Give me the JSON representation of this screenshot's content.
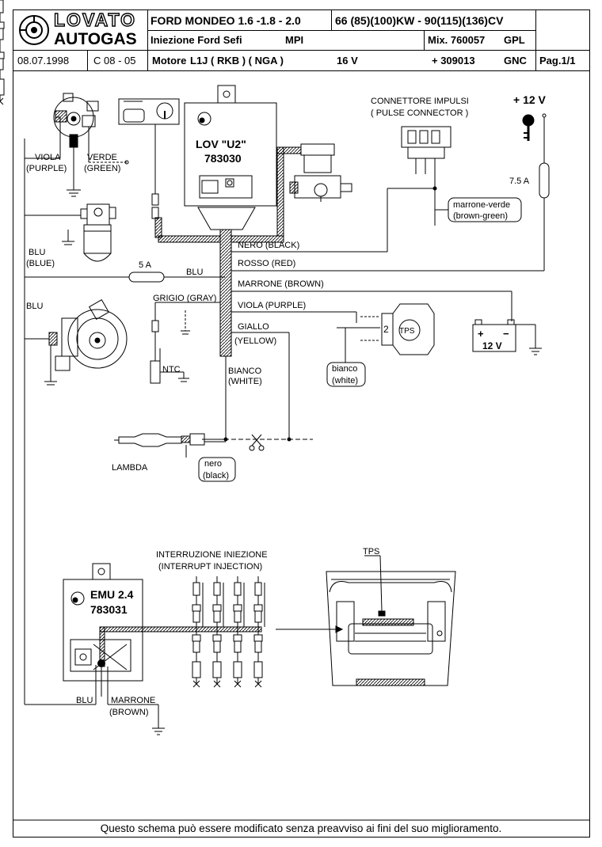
{
  "header": {
    "logo_top": "LOVATO",
    "logo_bottom": "AUTOGAS",
    "model": "FORD MONDEO 1.6 -1.8 - 2.0",
    "power": "66 (85)(100)KW - 90(115)(136)CV",
    "injection_label": "Iniezione Ford Sefi",
    "injection_type": "MPI",
    "mix_code": "Mix. 760057",
    "fuel_gpl": "GPL",
    "date": "08.07.1998",
    "ref": "C 08 - 05",
    "engine_label": "Motore",
    "engine_code": "L1J ( RKB ) ( NGA )",
    "valves": "16 V",
    "code_gnc": "+ 309013",
    "fuel_gnc": "GNC",
    "page": "Pag.1/1"
  },
  "labels": {
    "lov_name": "LOV \"U2\"",
    "lov_code": "783030",
    "connector_it": "CONNETTORE IMPULSI",
    "connector_en": "( PULSE CONNECTOR )",
    "plus12": "+ 12 V",
    "fuse75": "7.5 A",
    "marrone_verde_it": "marrone-verde",
    "marrone_verde_en": "(brown-green)",
    "viola": "VIOLA",
    "purple": "(PURPLE)",
    "verde": "VERDE",
    "green": "(GREEN)",
    "blu": "BLU",
    "blue": "(BLUE)",
    "fuse5": "5 A",
    "blu_wire": "BLU",
    "blu_left": "BLU",
    "nero_black": "NERO (BLACK)",
    "rosso_red": "ROSSO (RED)",
    "marrone_brown": "MARRONE (BROWN)",
    "grigio_gray": "GRIGIO (GRAY)",
    "viola_purple": "VIOLA (PURPLE)",
    "giallo": "GIALLO",
    "yellow": "(YELLOW)",
    "bianco_up": "BIANCO",
    "white_up": "(WHITE)",
    "ntc": "NTC",
    "tps_num": "2",
    "tps": "TPS",
    "battery": "12 V",
    "bianco_it": "bianco",
    "white_en": "(white)",
    "lambda": "LAMBDA",
    "nero_it": "nero",
    "black_en": "(black)",
    "interrupt_it": "INTERRUZIONE INIEZIONE",
    "interrupt_en": "(INTERRUPT INJECTION)",
    "emu_name": "EMU 2.4",
    "emu_code": "783031",
    "tps_top": "TPS",
    "blu_bottom": "BLU",
    "marrone_bottom": "MARRONE",
    "brown_bottom": "(BROWN)"
  },
  "footer": "Questo schema può essere modificato senza preavviso ai fini del suo miglioramento."
}
